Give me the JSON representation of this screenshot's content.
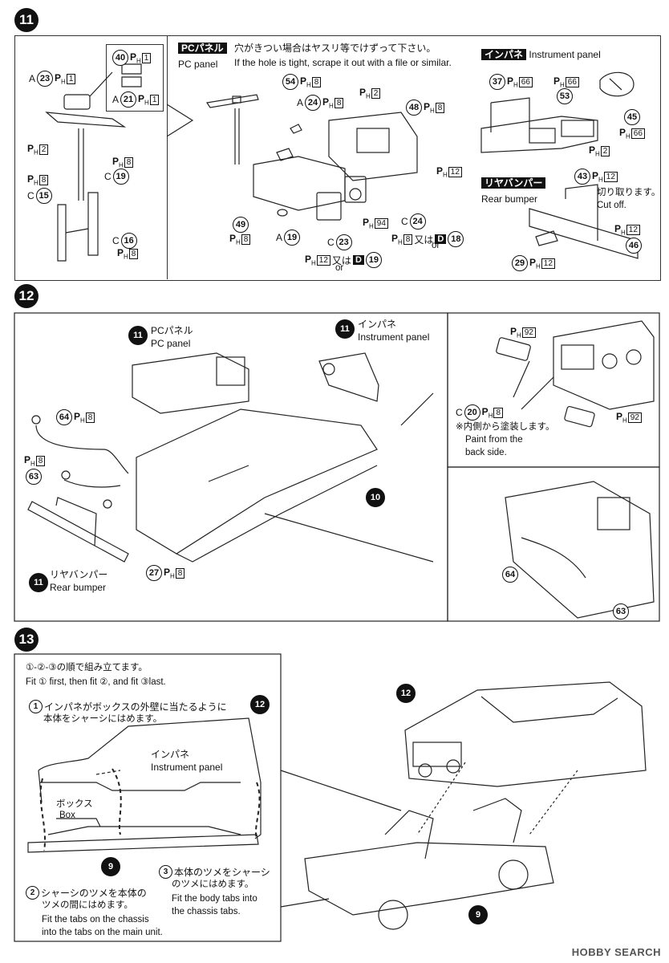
{
  "steps": {
    "s11": "11",
    "s12": "12",
    "s13": "13"
  },
  "ph": "P",
  "ph_sub": "H",
  "step11": {
    "pc_panel_tag": "PCパネル",
    "pc_panel_en": "PC panel",
    "hole_note_jp": "穴がきつい場合はヤスリ等でけずって下さい。",
    "hole_note_en": "If the hole is tight, scrape it out with a file or similar.",
    "instrument_tag": "インパネ",
    "instrument_en": "Instrument panel",
    "rear_bumper_tag": "リヤバンパー",
    "rear_bumper_en": "Rear bumper",
    "cut_off_jp": "切り取ります。",
    "cut_off_en": "Cut off.",
    "or": "or",
    "mata_wa": "又は",
    "d_letter": "D",
    "a_prefix": "A",
    "c_prefix": "C",
    "parts": {
      "p23": "23",
      "p21": "21",
      "p40": "40",
      "p19": "19",
      "p15": "15",
      "p16": "16",
      "p54": "54",
      "p24": "24",
      "p48": "48",
      "p49": "49",
      "p37": "37",
      "p53": "53",
      "p45": "45",
      "p43": "43",
      "p46": "46",
      "p29": "29",
      "p18": "18"
    },
    "ph_vals": {
      "v1": "1",
      "v2": "2",
      "v8": "8",
      "v12": "12",
      "v66": "66",
      "v94": "94"
    }
  },
  "step12": {
    "pc_panel_jp": "PCパネル",
    "pc_panel_en": "PC panel",
    "instrument_jp": "インパネ",
    "instrument_en": "Instrument panel",
    "rear_bumper_jp": "リヤバンパー",
    "rear_bumper_en": "Rear bumper",
    "paint_jp": "※内側から塗装します。",
    "paint_en_1": "Paint from the",
    "paint_en_2": "back side.",
    "c_prefix": "C",
    "parts": {
      "p11": "11",
      "p10": "10",
      "p64": "64",
      "p63": "63",
      "p27": "27",
      "p20": "20"
    },
    "ph_vals": {
      "v8": "8",
      "v92": "92"
    }
  },
  "step13": {
    "order_jp": "①-②-③の順で組み立てます。",
    "order_en": "Fit ① first, then fit ②, and fit ③last.",
    "n1": "1",
    "n2": "2",
    "n3": "3",
    "step1_jp_1": "インパネがボックスの外壁に当たるように",
    "step1_jp_2": "本体をシャーシにはめます。",
    "instrument_jp": "インパネ",
    "instrument_en": "Instrument panel",
    "box_jp": "ボックス",
    "box_en": "Box",
    "step2_jp_1": "シャーシのツメを本体の",
    "step2_jp_2": "ツメの間にはめます。",
    "step2_en_1": "Fit the tabs on the chassis",
    "step2_en_2": "into the tabs on the main unit.",
    "step3_jp_1": "本体のツメをシャーシ",
    "step3_jp_2": "のツメにはめます。",
    "step3_en_1": "Fit the body tabs into",
    "step3_en_2": "the chassis tabs.",
    "parts": {
      "p12": "12",
      "p9": "9"
    }
  },
  "footer": {
    "logo": "HOBBY SEARCH"
  }
}
